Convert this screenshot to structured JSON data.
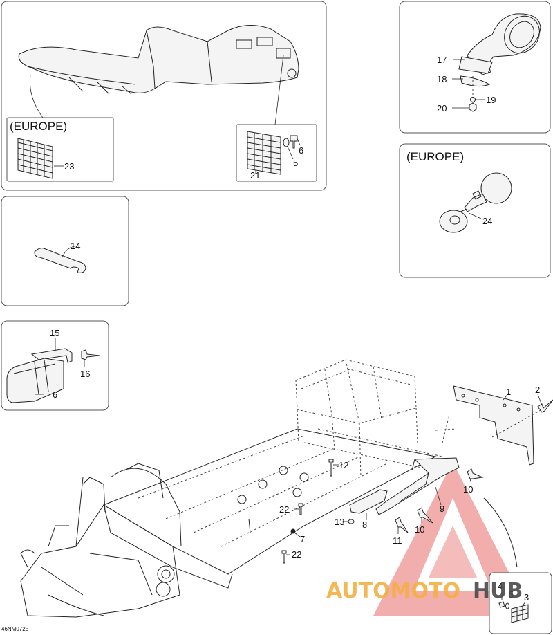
{
  "figure_code": "46NM0725",
  "europe_label": "(EUROPE)",
  "watermark": {
    "part1": "AUTOMOTO",
    "part2": "HUB",
    "color_part1": "#f5b041",
    "color_part2": "#4a4a4a",
    "triangle_color": "#e86a6a"
  },
  "callouts": {
    "c1": "1",
    "c2": "2",
    "c3": "3",
    "c4": "4",
    "c5": "5",
    "c6": "6",
    "c7": "7",
    "c8": "8",
    "c9": "9",
    "c10": "10",
    "c11": "11",
    "c12": "12",
    "c13": "13",
    "c14": "14",
    "c15": "15",
    "c16": "16",
    "c17": "17",
    "c18": "18",
    "c19": "19",
    "c20": "20",
    "c21": "21",
    "c22": "22",
    "c23": "23",
    "c24": "24"
  }
}
